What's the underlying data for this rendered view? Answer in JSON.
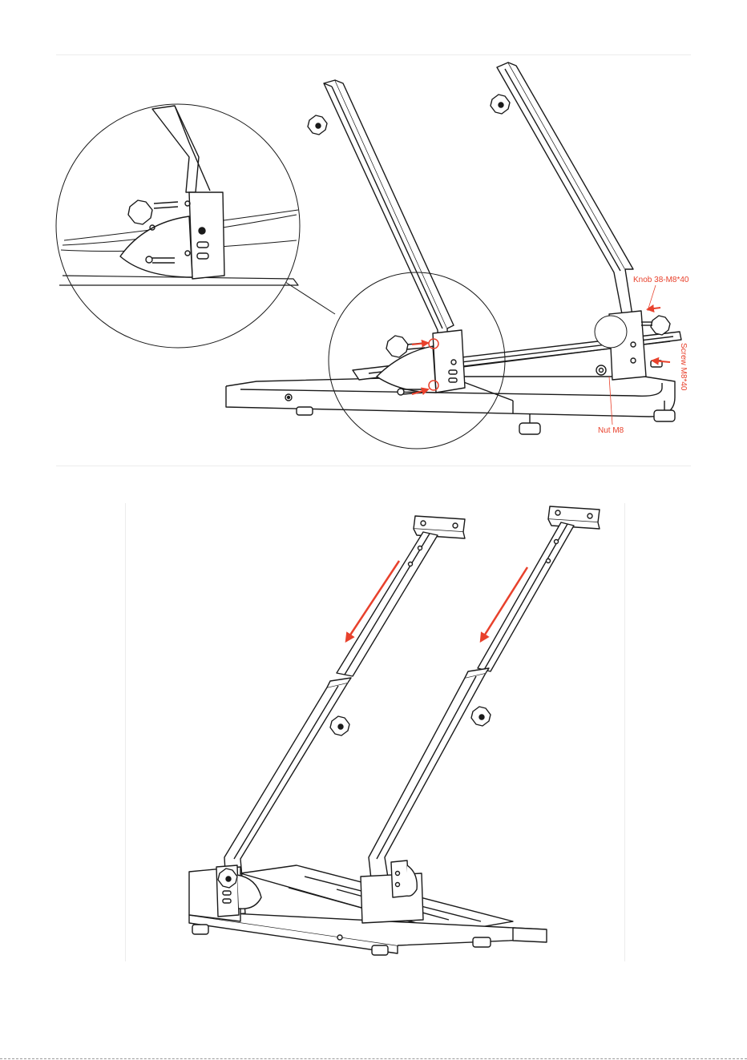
{
  "labels": {
    "knob": "Knob 38-M8*40",
    "screw": "Screw M8*40",
    "nut": "Nut M8"
  },
  "colors": {
    "line": "#1a1a1a",
    "accent": "#e8412c",
    "background": "#ffffff"
  }
}
